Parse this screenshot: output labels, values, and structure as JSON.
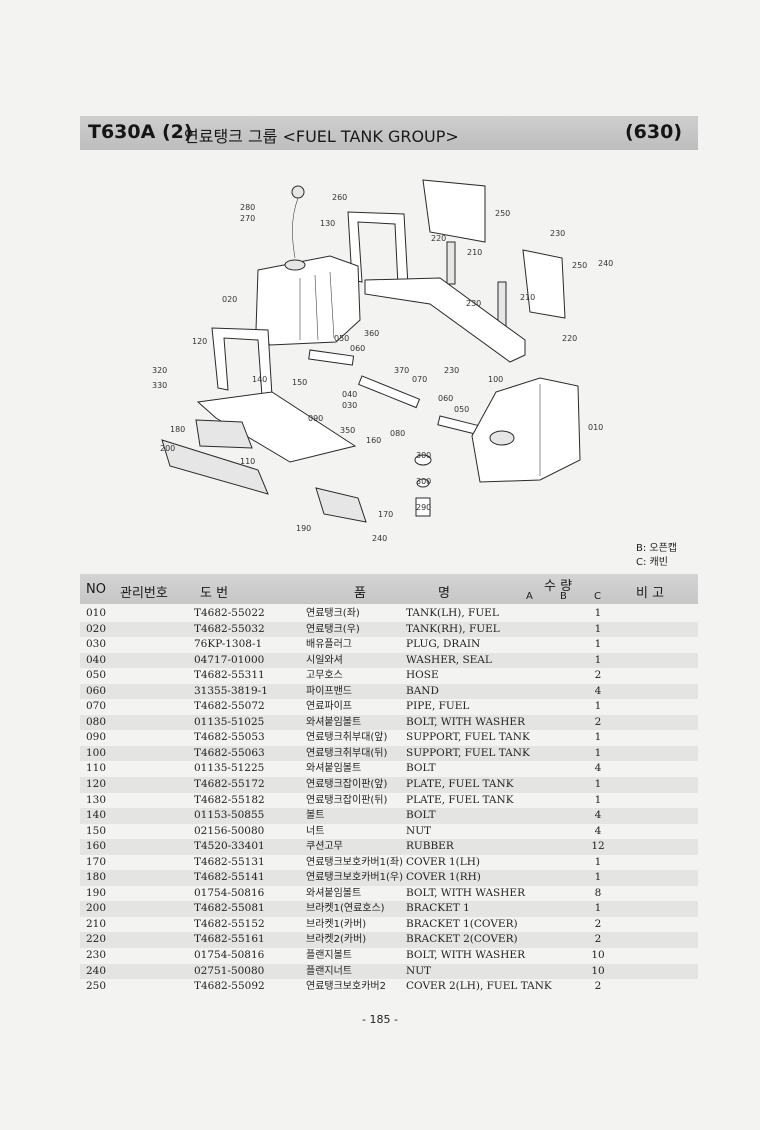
{
  "header": {
    "title": "T630A (2)",
    "subtitle": "연료탱크 그룹 <FUEL TANK GROUP>",
    "code": "(630)"
  },
  "diagram": {
    "callouts": [
      "010",
      "020",
      "030",
      "040",
      "050",
      "060",
      "070",
      "080",
      "090",
      "100",
      "110",
      "120",
      "130",
      "140",
      "150",
      "160",
      "170",
      "180",
      "190",
      "200",
      "210",
      "220",
      "230",
      "240",
      "250",
      "260",
      "270",
      "280",
      "290",
      "300",
      "320",
      "330",
      "350",
      "360",
      "370"
    ]
  },
  "legend": {
    "line1": "B: 오픈캡",
    "line2": "C: 캐빈"
  },
  "table": {
    "headers": {
      "no": "NO",
      "mgmt": "관리번호",
      "drawing": "도      번",
      "name_kor": "품",
      "name_eng": "명",
      "qty": "수  량",
      "qty_a": "A",
      "qty_b": "B",
      "qty_c": "C",
      "remarks": "비  고"
    },
    "rows": [
      {
        "no": "010",
        "part": "T4682-55022",
        "kor": "연료탱크(좌)",
        "eng": "TANK(LH), FUEL",
        "qty": "1"
      },
      {
        "no": "020",
        "part": "T4682-55032",
        "kor": "연료탱크(우)",
        "eng": "TANK(RH), FUEL",
        "qty": "1"
      },
      {
        "no": "030",
        "part": "76KP-1308-1",
        "kor": "배유플러그",
        "eng": "PLUG, DRAIN",
        "qty": "1"
      },
      {
        "no": "040",
        "part": "04717-01000",
        "kor": "시일와셔",
        "eng": "WASHER, SEAL",
        "qty": "1"
      },
      {
        "no": "050",
        "part": "T4682-55311",
        "kor": "고무호스",
        "eng": "HOSE",
        "qty": "2"
      },
      {
        "no": "060",
        "part": "31355-3819-1",
        "kor": "파이프밴드",
        "eng": "BAND",
        "qty": "4"
      },
      {
        "no": "070",
        "part": "T4682-55072",
        "kor": "연료파이프",
        "eng": "PIPE, FUEL",
        "qty": "1"
      },
      {
        "no": "080",
        "part": "01135-51025",
        "kor": "와셔붙임볼트",
        "eng": "BOLT, WITH WASHER",
        "qty": "2"
      },
      {
        "no": "090",
        "part": "T4682-55053",
        "kor": "연료탱크취부대(앞)",
        "eng": "SUPPORT, FUEL TANK",
        "qty": "1"
      },
      {
        "no": "100",
        "part": "T4682-55063",
        "kor": "연료탱크취부대(뒤)",
        "eng": "SUPPORT, FUEL TANK",
        "qty": "1"
      },
      {
        "no": "110",
        "part": "01135-51225",
        "kor": "와셔붙임볼트",
        "eng": "BOLT",
        "qty": "4"
      },
      {
        "no": "120",
        "part": "T4682-55172",
        "kor": "연료탱크잡이판(앞)",
        "eng": "PLATE, FUEL TANK",
        "qty": "1"
      },
      {
        "no": "130",
        "part": "T4682-55182",
        "kor": "연료탱크잡이판(뒤)",
        "eng": "PLATE, FUEL TANK",
        "qty": "1"
      },
      {
        "no": "140",
        "part": "01153-50855",
        "kor": "볼트",
        "eng": "BOLT",
        "qty": "4"
      },
      {
        "no": "150",
        "part": "02156-50080",
        "kor": "너트",
        "eng": "NUT",
        "qty": "4"
      },
      {
        "no": "160",
        "part": "T4520-33401",
        "kor": "쿠션고무",
        "eng": "RUBBER",
        "qty": "12"
      },
      {
        "no": "170",
        "part": "T4682-55131",
        "kor": "연료탱크보호카버1(좌)",
        "eng": "COVER 1(LH)",
        "qty": "1"
      },
      {
        "no": "180",
        "part": "T4682-55141",
        "kor": "연료탱크보호카버1(우)",
        "eng": "COVER 1(RH)",
        "qty": "1"
      },
      {
        "no": "190",
        "part": "01754-50816",
        "kor": "와셔붙임볼트",
        "eng": "BOLT, WITH WASHER",
        "qty": "8"
      },
      {
        "no": "200",
        "part": "T4682-55081",
        "kor": "브라켓1(연료호스)",
        "eng": "BRACKET 1",
        "qty": "1"
      },
      {
        "no": "210",
        "part": "T4682-55152",
        "kor": "브라켓1(카버)",
        "eng": "BRACKET 1(COVER)",
        "qty": "2"
      },
      {
        "no": "220",
        "part": "T4682-55161",
        "kor": "브라켓2(카버)",
        "eng": "BRACKET 2(COVER)",
        "qty": "2"
      },
      {
        "no": "230",
        "part": "01754-50816",
        "kor": "플랜지볼트",
        "eng": "BOLT, WITH WASHER",
        "qty": "10"
      },
      {
        "no": "240",
        "part": "02751-50080",
        "kor": "플랜지너트",
        "eng": "NUT",
        "qty": "10"
      },
      {
        "no": "250",
        "part": "T4682-55092",
        "kor": "연료탱크보호카버2",
        "eng": "COVER 2(LH), FUEL TANK",
        "qty": "2"
      }
    ]
  },
  "footer": {
    "page_number": "- 185 -"
  }
}
